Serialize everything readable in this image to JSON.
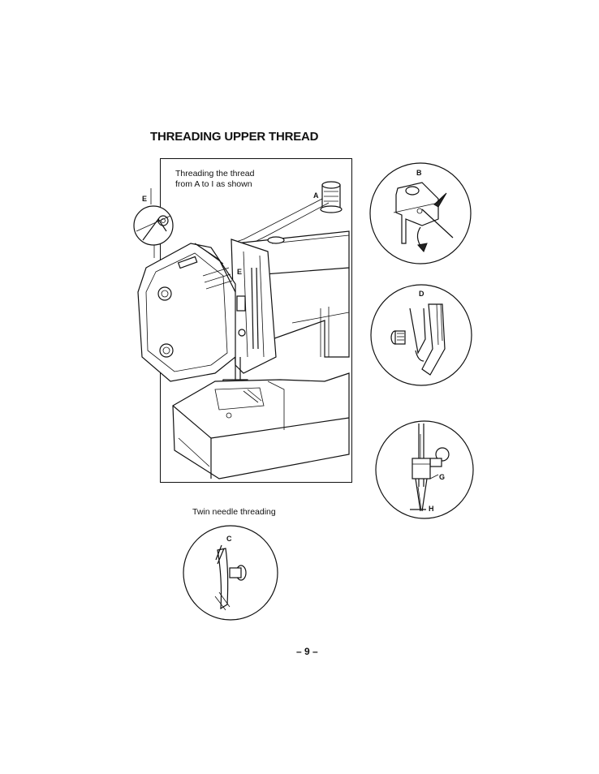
{
  "page": {
    "title": "THREADING UPPER THREAD",
    "instruction_line1": "Threading the thread",
    "instruction_line2": "from A to I as shown",
    "twin_caption": "Twin needle threading",
    "page_number": "– 9 –"
  },
  "labels": {
    "A": "A",
    "B": "B",
    "C": "C",
    "D": "D",
    "E_outer": "E",
    "E_inner": "E",
    "G": "G",
    "H": "H"
  }
}
